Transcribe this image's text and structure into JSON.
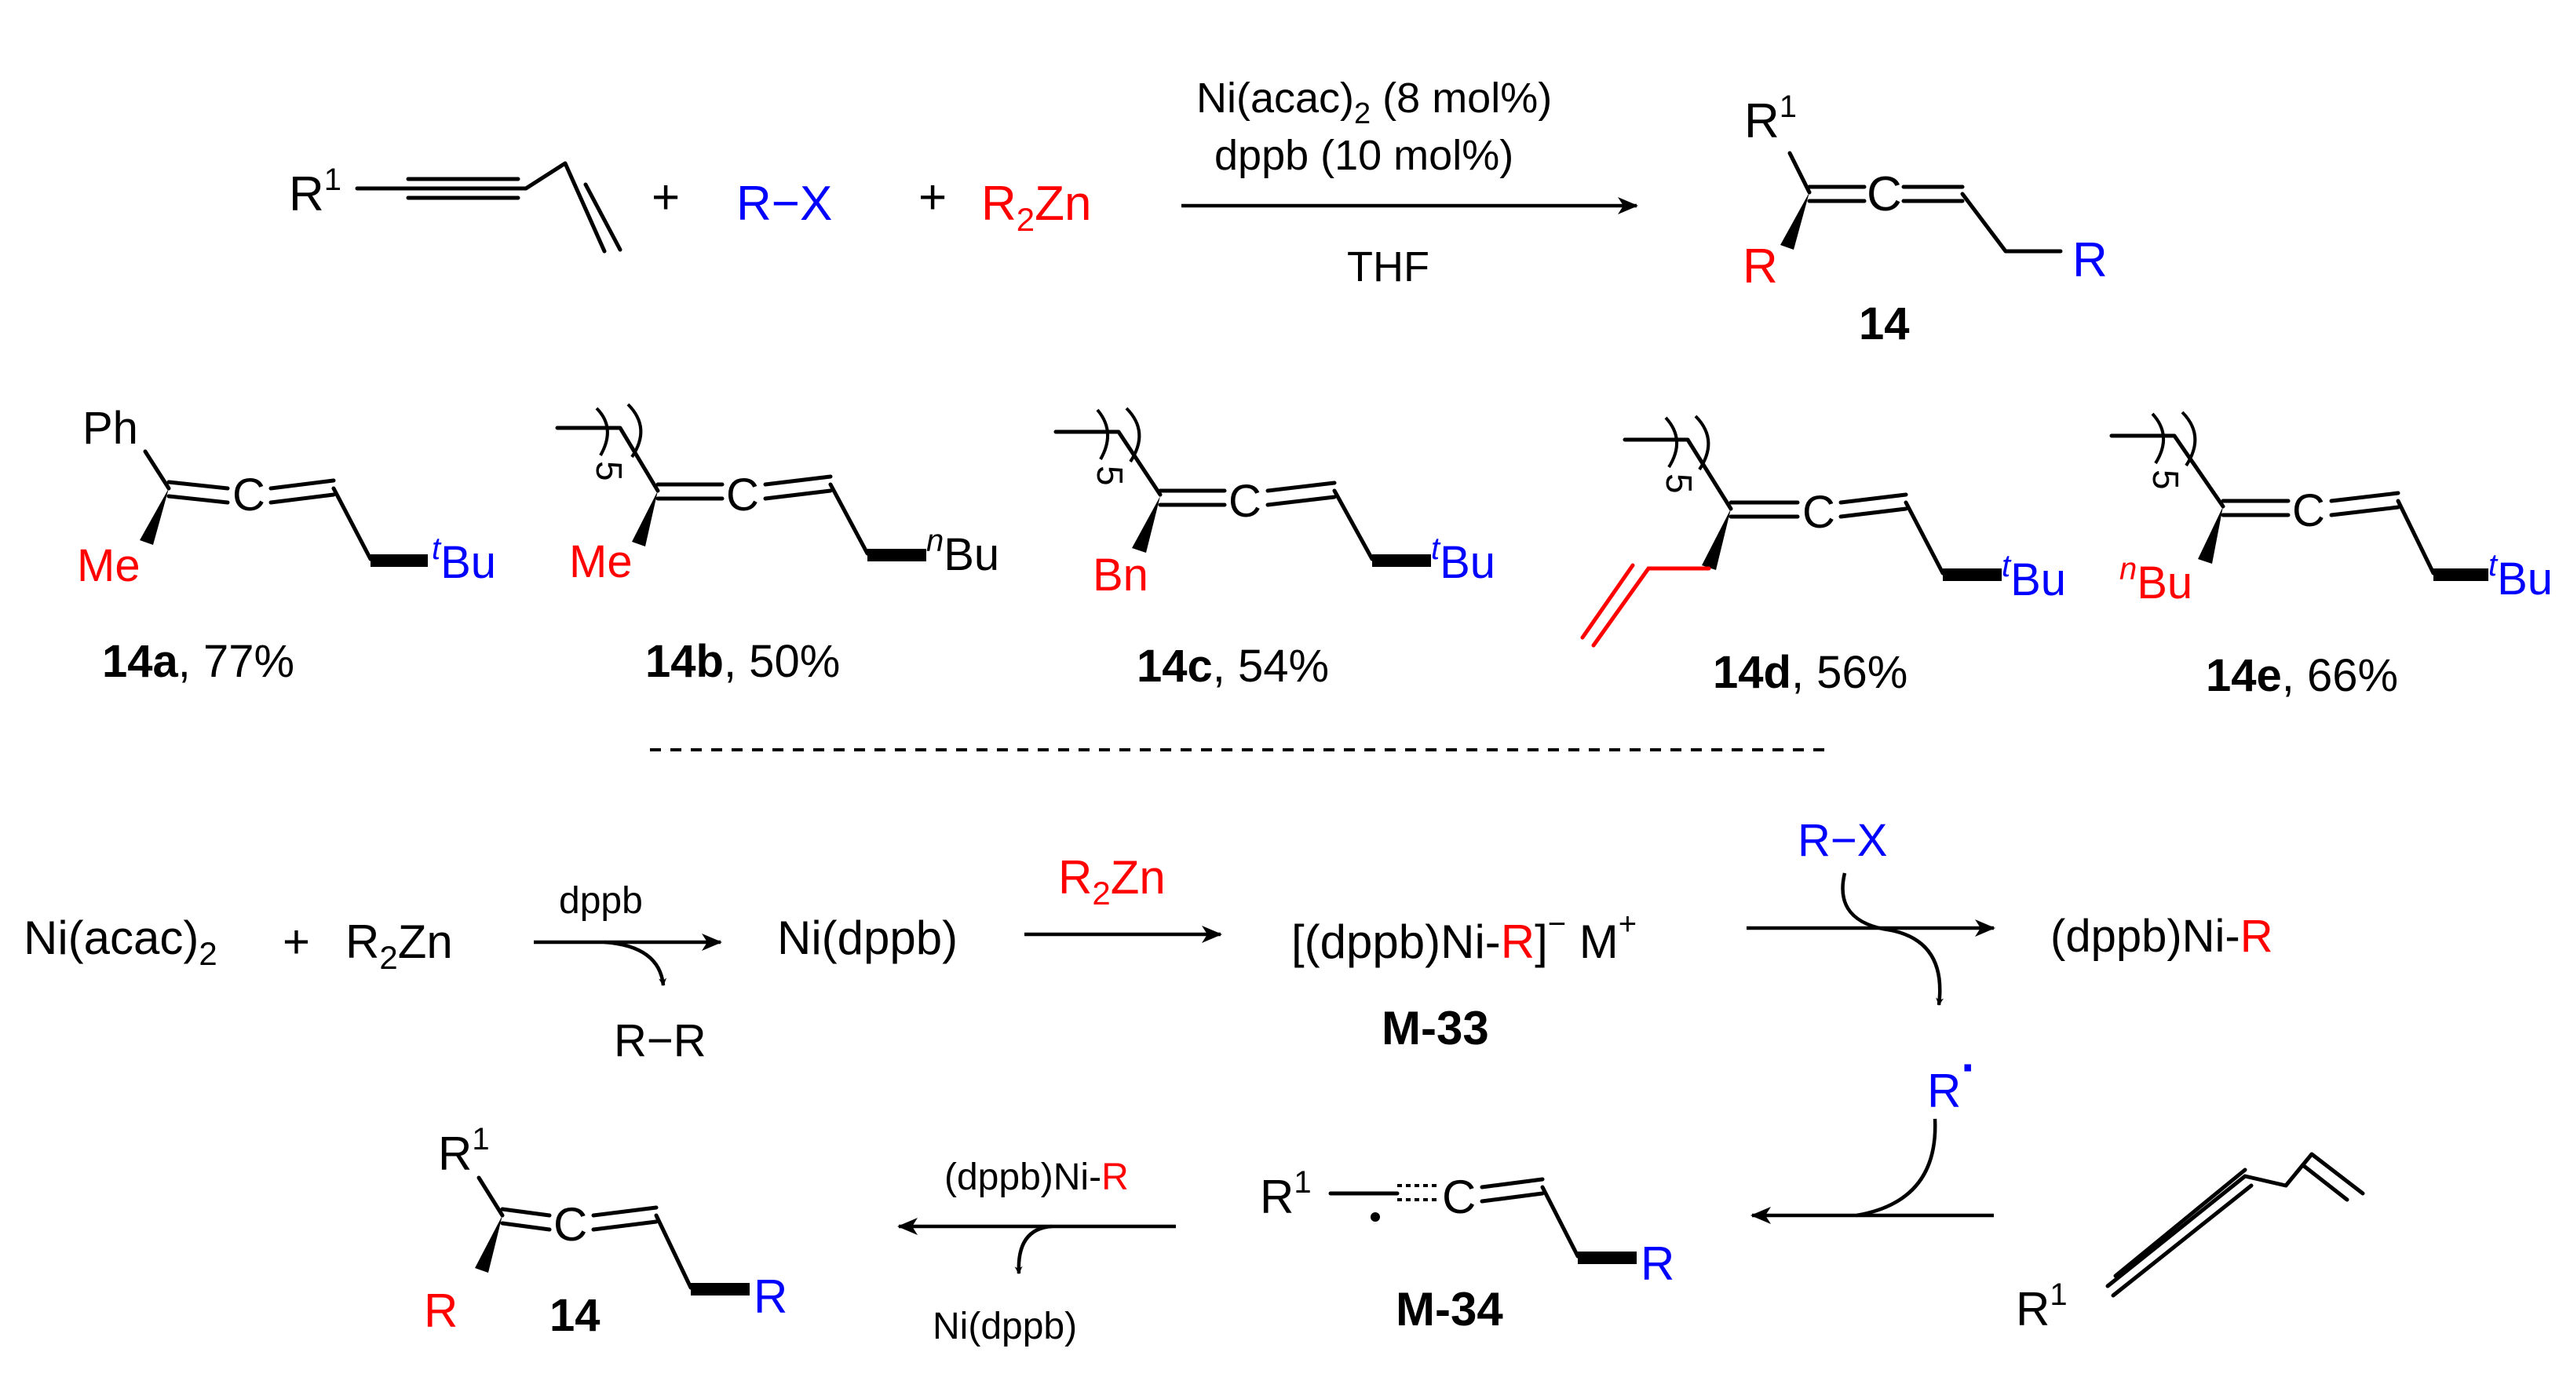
{
  "colors": {
    "black": "#000000",
    "red": "#ff0000",
    "blue": "#0000ff"
  },
  "top_reaction": {
    "reagent1": "R",
    "reagent1_sup": "1",
    "plus": "+",
    "reagent2": "R−X",
    "reagent3_a": "R",
    "reagent3_sub": "2",
    "reagent3_b": "Zn",
    "cond1_a": "Ni(acac)",
    "cond1_sub": "2",
    "cond1_b": " (8 mol%)",
    "cond2": "dppb (10 mol%)",
    "solvent": "THF",
    "product_r1": "R",
    "product_r1_sup": "1",
    "allene_c": "C",
    "product_r_red": "R",
    "product_r_blue": "R",
    "product_label": "14"
  },
  "examples": [
    {
      "label": "14a",
      "yield": ", 77%",
      "sub_top": "Ph",
      "sub_red": "Me",
      "tail_pre": "t",
      "tail": "Bu"
    },
    {
      "label": "14b",
      "yield": ", 50%",
      "chain_n": "5",
      "sub_red": "Me",
      "tail_pre": "n",
      "tail": "Bu"
    },
    {
      "label": "14c",
      "yield": ", 54%",
      "chain_n": "5",
      "sub_red": "Bn",
      "tail_pre": "t",
      "tail": "Bu"
    },
    {
      "label": "14d",
      "yield": ", 56%",
      "chain_n": "5",
      "tail_pre": "t",
      "tail": "Bu"
    },
    {
      "label": "14e",
      "yield": ", 66%",
      "chain_n": "5",
      "sub_red_pre": "n",
      "sub_red": "Bu",
      "tail_pre": "t",
      "tail": "Bu"
    }
  ],
  "mechanism": {
    "ni_a": "Ni(acac)",
    "ni_sub": "2",
    "plus": "+",
    "zn_a": "R",
    "zn_sub": "2",
    "zn_b": "Zn",
    "dppb": "dppb",
    "rr": "R−R",
    "ni_dppb": "Ni(dppb)",
    "r2zn_a": "R",
    "r2zn_sub": "2",
    "r2zn_b": "Zn",
    "m33_a": "[(dppb)Ni-",
    "m33_r": "R",
    "m33_b": "]",
    "m33_minus": "−",
    "m33_c": " M",
    "m33_plus": "+",
    "m33_label": "M-33",
    "rx": "R−X",
    "dppbnir_a": "(dppb)Ni-",
    "dppbnir_r": "R",
    "radical": "R",
    "radical_dot": "·",
    "enyne_r1": "R",
    "enyne_r1_sup": "1",
    "m34_r1": "R",
    "m34_r1_sup": "1",
    "m34_c": "C",
    "m34_r": "R",
    "m34_label": "M-34",
    "step_a": "(dppb)Ni-",
    "step_r": "R",
    "step_out": "Ni(dppb)",
    "prod_r1": "R",
    "prod_r1_sup": "1",
    "prod_c": "C",
    "prod_r": "R",
    "prod_r_blue": "R",
    "prod_label": "14"
  }
}
